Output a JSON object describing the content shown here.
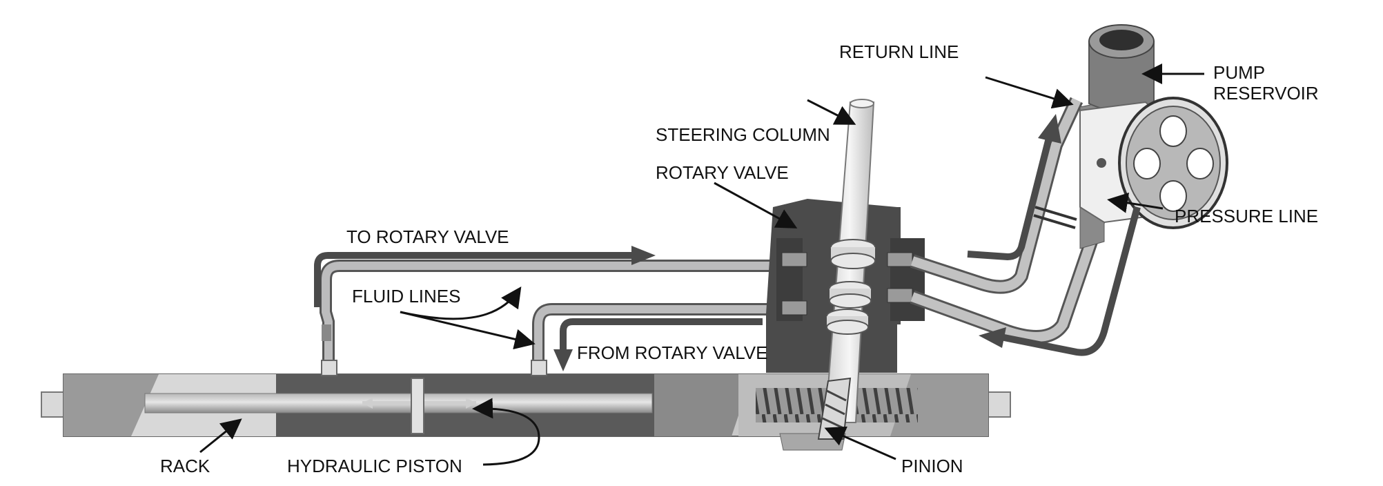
{
  "labels": {
    "return_line": "RETURN LINE",
    "pump_reservoir_line1": "PUMP",
    "pump_reservoir_line2": "RESERVOIR",
    "steering_column": "STEERING COLUMN",
    "rotary_valve": "ROTARY VALVE",
    "pressure_line": "PRESSURE LINE",
    "to_rotary_valve": "TO ROTARY VALVE",
    "fluid_lines": "FLUID LINES",
    "from_rotary_valve": "FROM ROTARY VALVE",
    "rack": "RACK",
    "hydraulic_piston": "HYDRAULIC PISTON",
    "pinion": "PINION"
  },
  "colors": {
    "dark_gray": "#4a4a4a",
    "mid_gray": "#8e8e8e",
    "light_gray": "#c9c9c9",
    "pale": "#e9e9e9",
    "arrow": "#3a3a3a"
  }
}
